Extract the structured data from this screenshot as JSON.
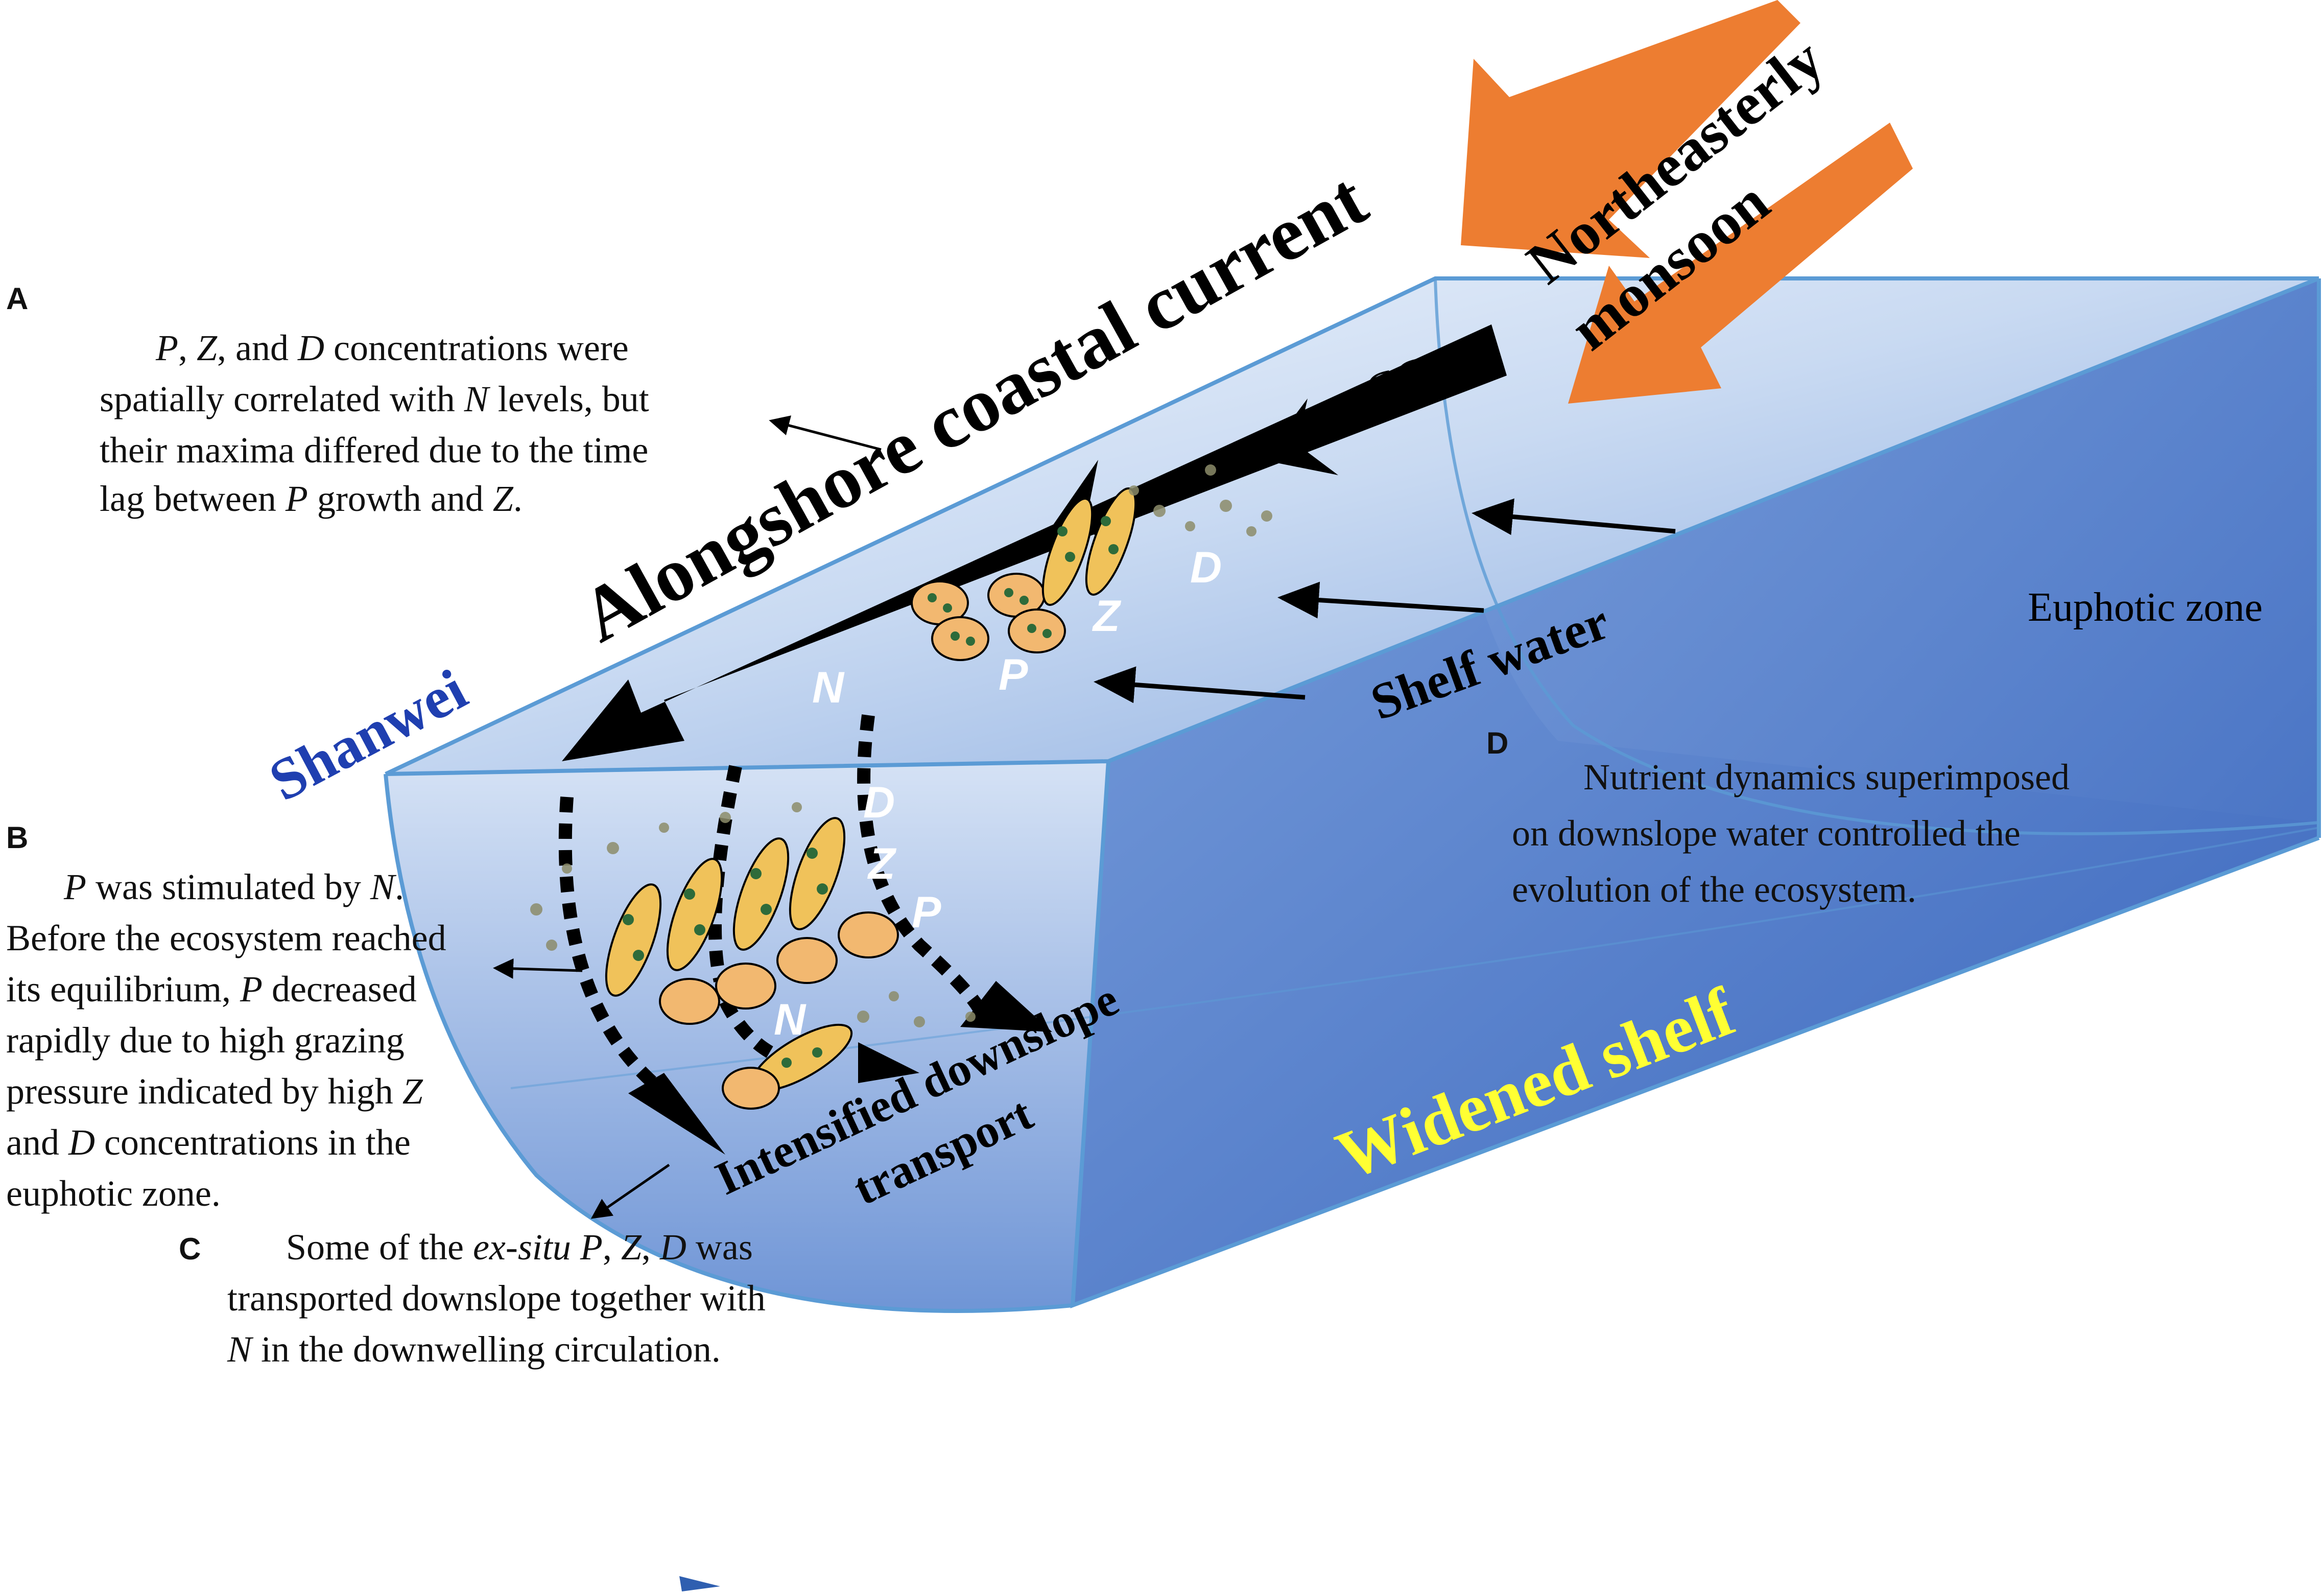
{
  "labels": {
    "monsoon_line1": "Northeasterly",
    "monsoon_line2": "monsoon",
    "current": "Alongshore coastal current",
    "ccc": "CCC",
    "shelf_water": "Shelf water",
    "euphotic_zone": "Euphotic zone",
    "shanwei": "Shanwei",
    "widened_shelf": "Widened shelf",
    "downslope_line1": "Intensified downslope",
    "downslope_line2": "transport"
  },
  "variables": {
    "n": "N",
    "p": "P",
    "z": "Z",
    "d": "D"
  },
  "panels": {
    "a": {
      "letter": "A",
      "l1a": "P",
      "l1b": ", ",
      "l1c": "Z",
      "l1d": ", and ",
      "l1e": "D",
      "l1f": " concentrations were",
      "l2a": "spatially correlated with ",
      "l2b": "N",
      "l2c": " levels, but",
      "l3": "their maxima differed due to the time",
      "l4a": "lag between ",
      "l4b": "P",
      "l4c": " growth and ",
      "l4d": "Z",
      "l4e": "."
    },
    "b": {
      "letter": "B",
      "l1a": "P",
      "l1b": " was stimulated by ",
      "l1c": "N",
      "l1d": ".",
      "l2": "Before the ecosystem reached",
      "l3a": "its equilibrium, ",
      "l3b": "P",
      "l3c": " decreased",
      "l4": "rapidly due to high grazing",
      "l5a": "pressure indicated by high ",
      "l5b": "Z",
      "l6a": "and ",
      "l6b": "D",
      "l6c": " concentrations in the",
      "l7": "euphotic zone."
    },
    "c": {
      "letter": "C",
      "l1a": "Some of the ",
      "l1b": "ex-situ P",
      "l1c": ", ",
      "l1d": "Z",
      "l1e": ", ",
      "l1f": "D",
      "l1g": " was",
      "l2": "transported downslope together with",
      "l3a": "N",
      "l3b": " in the downwelling circulation."
    },
    "d": {
      "letter": "D",
      "l1": "Nutrient dynamics superimposed",
      "l2": "on downslope water controlled the",
      "l3": "evolution of the ecosystem."
    }
  },
  "colors": {
    "water_light": "#e4ecf8",
    "water_dark": "#3f6fc4",
    "edge": "#5b9bd5",
    "monsoon_arrow": "#ed7d31",
    "shanwei_text": "#1f3fb0",
    "widened_text": "#ffff33",
    "zooplankton": "#f2b870",
    "diatom": "#f0c25a"
  }
}
